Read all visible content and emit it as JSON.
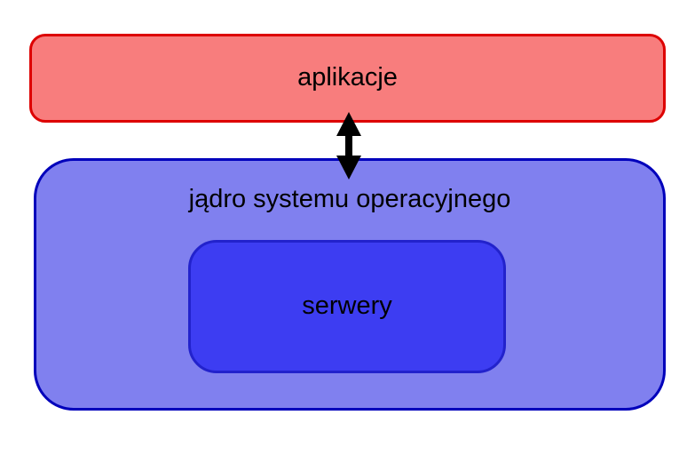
{
  "diagram": {
    "title": "os-architecture-diagram",
    "boxes": {
      "applications": {
        "label": "aplikacje"
      },
      "kernel": {
        "label": "jądro systemu operacyjnego"
      },
      "servers": {
        "label": "serwery"
      }
    },
    "arrow": {
      "meaning": "bidirectional communication between applications and kernel"
    }
  },
  "colors": {
    "page-bg": "#ffffff",
    "label-color": "#000000",
    "app-fill": "#f87d7d",
    "app-border": "#dd0000",
    "kernel-fill": "#8080ef",
    "kernel-border": "#0000bb",
    "servers-fill": "#3d3df2",
    "servers-border": "#2222cc",
    "arrow-color": "#000000"
  }
}
